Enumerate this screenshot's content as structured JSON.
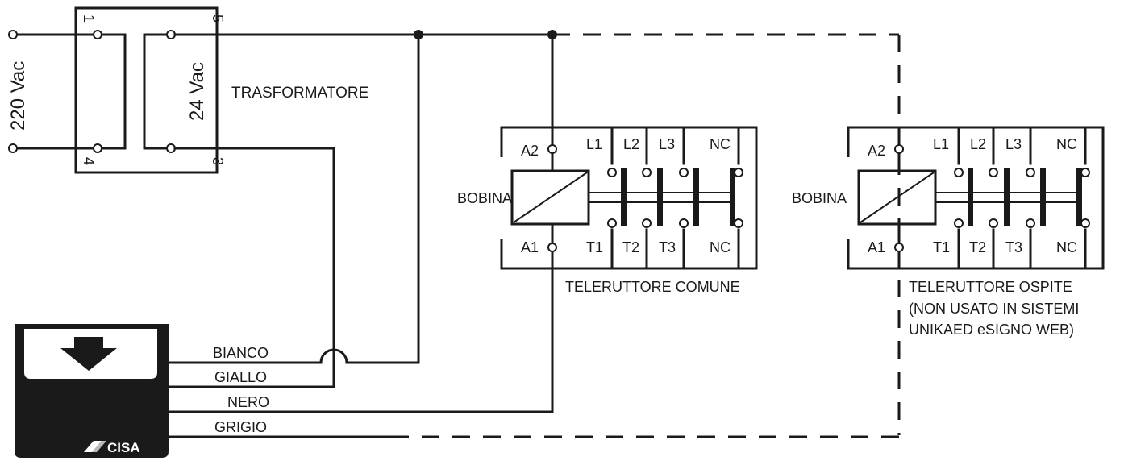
{
  "transformer": {
    "label": "TRASFORMATORE",
    "primary_voltage": "220 Vac",
    "secondary_voltage": "24 Vac",
    "pins": {
      "p1": "1",
      "p4": "4",
      "p5": "5",
      "p3": "3"
    }
  },
  "contactors": [
    {
      "label": "TELERUTTORE COMUNE",
      "note_lines": [],
      "coil_label": "BOBINA",
      "coil_terminals": [
        "A2",
        "A1"
      ],
      "line_terminals": [
        "L1",
        "L2",
        "L3",
        "NC"
      ],
      "load_terminals": [
        "T1",
        "T2",
        "T3",
        "NC"
      ]
    },
    {
      "label": "TELERUTTORE OSPITE",
      "note_lines": [
        "(NON USATO IN SISTEMI",
        "UNIKAED eSIGNO WEB)"
      ],
      "coil_label": "BOBINA",
      "coil_terminals": [
        "A2",
        "A1"
      ],
      "line_terminals": [
        "L1",
        "L2",
        "L3",
        "NC"
      ],
      "load_terminals": [
        "T1",
        "T2",
        "T3",
        "NC"
      ]
    }
  ],
  "device": {
    "brand": "CISA",
    "wires": [
      "BIANCO",
      "GIALLO",
      "NERO",
      "GRIGIO"
    ]
  },
  "colors": {
    "ink": "#1a1a1a",
    "background": "#ffffff"
  }
}
